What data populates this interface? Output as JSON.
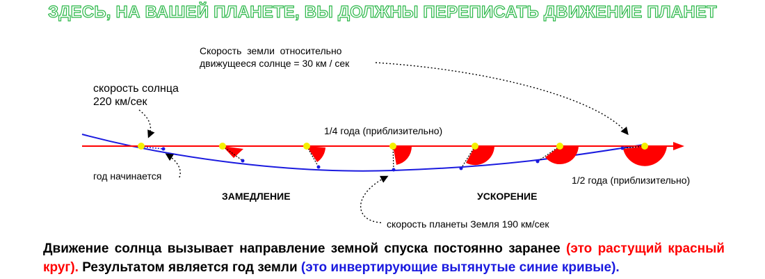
{
  "headline": "ЗДЕСЬ, НА ВАШЕЙ ПЛАНЕТЕ, ВЫ ДОЛЖНЫ ПЕРЕПИСАТЬ ДВИЖЕНИЕ ПЛАНЕТ",
  "labels": {
    "earth_speed_line1": "Скорость  земли  относительно",
    "earth_speed_line2": "движущееся солнце = 30 км / сек",
    "sun_speed_line1": "скорость солнца",
    "sun_speed_line2": "220 км/сек",
    "quarter_year": "1/4 года (приблизительно)",
    "year_begins": "год начинается",
    "slowing": "ЗАМЕДЛЕНИЕ",
    "speeding": "УСКОРЕНИЕ",
    "half_year": "1/2 года (приблизительно)",
    "planet_speed": "скорость планеты Земля 190 км/сек"
  },
  "caption": {
    "part1": "Движение  солнца  вызывает  направление  земной  спуска  постоянно  заранее ",
    "part2_red": "(это  растущий красный круг).",
    "part3": " Результатом является год земли ",
    "part4_blue": "(это инвертирующие вытянутые синие кривые)."
  },
  "colors": {
    "headline_outline": "#2db84a",
    "sun_path": "#ff0000",
    "earth_path": "#1a1adf",
    "sun_marker": "#f5f000",
    "sector_fill": "#ff0000",
    "text": "#000000"
  }
}
